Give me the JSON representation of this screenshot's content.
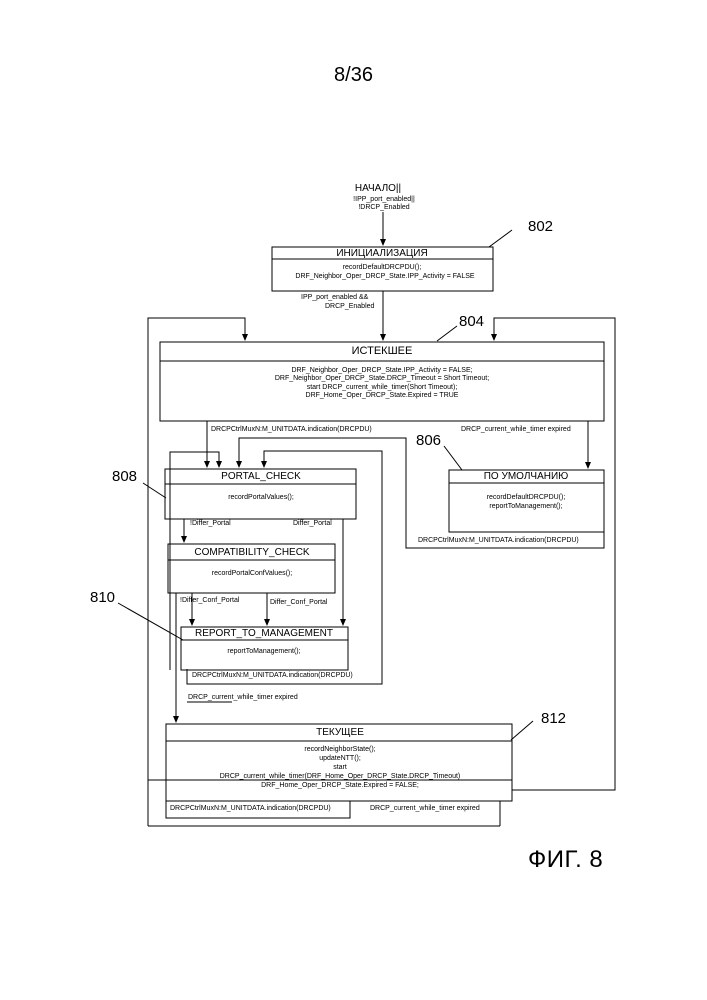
{
  "header": {
    "page_number": "8/36"
  },
  "figure": {
    "caption": "ФИГ. 8"
  },
  "start": {
    "label": "НАЧАЛО||",
    "conditions": [
      "!IPP_port_enabled||",
      "!DRCP_Enabled"
    ]
  },
  "states": {
    "initialize": {
      "ref": "802",
      "title": "ИНИЦИАЛИЗАЦИЯ",
      "actions": [
        "recordDefaultDRCPDU();",
        "DRF_Neighbor_Oper_DRCP_State.IPP_Activity = FALSE"
      ]
    },
    "expired": {
      "ref": "804",
      "title": "ИСТЕКШЕЕ",
      "actions": [
        "DRF_Neighbor_Oper_DRCP_State.IPP_Activity = FALSE;",
        "DRF_Neighbor_Oper_DRCP_State.DRCP_Timeout = Short Timeout;",
        "start DRCP_current_while_timer(Short Timeout);",
        "DRF_Home_Oper_DRCP_State.Expired = TRUE"
      ]
    },
    "defaulted": {
      "ref": "806",
      "title": "ПО УМОЛЧАНИЮ",
      "actions": [
        "recordDefaultDRCPDU();",
        "reportToManagement();"
      ]
    },
    "portal_check": {
      "ref": "808",
      "title": "PORTAL_CHECK",
      "actions": [
        "recordPortalValues();"
      ]
    },
    "compatibility_check": {
      "title": "COMPATIBILITY_CHECK",
      "actions": [
        "recordPortalConfValues();"
      ]
    },
    "report_to_management": {
      "ref": "810",
      "title": "REPORT_TO_MANAGEMENT",
      "actions": [
        "reportToManagement();"
      ]
    },
    "current": {
      "ref": "812",
      "title": "ТЕКУЩЕЕ",
      "actions": [
        "recordNeighborState();",
        "updateNTT();",
        "start",
        "DRCP_current_while_timer(DRF_Home_Oper_DRCP_State.DRCP_Timeout)",
        "DRF_Home_Oper_DRCP_State.Expired = FALSE;"
      ]
    }
  },
  "transitions": {
    "init_to_expired": [
      "IPP_port_enabled &&",
      "DRCP_Enabled"
    ],
    "unitdata": "DRCPCtrlMuxN:M_UNITDATA.indication(DRCPDU)",
    "timer_expired": "DRCP_current_while_timer expired",
    "not_differ_portal": "!Differ_Portal",
    "differ_portal": "Differ_Portal",
    "not_differ_conf_portal": "!Differ_Conf_Portal",
    "differ_conf_portal": "Differ_Conf_Portal"
  }
}
